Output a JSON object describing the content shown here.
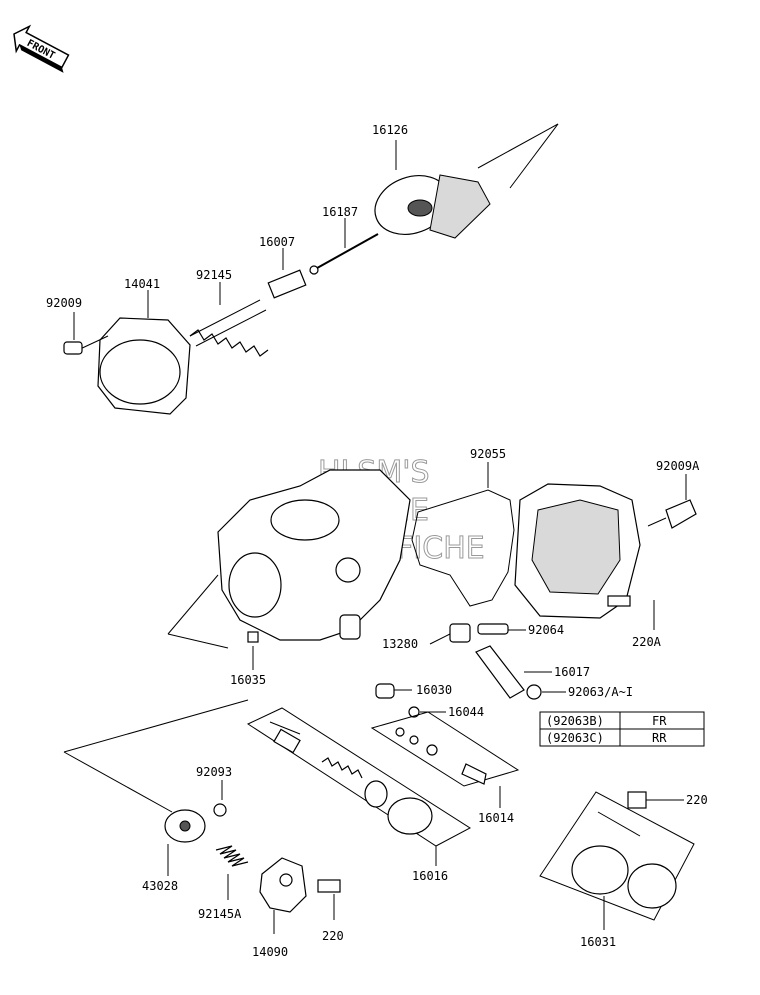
{
  "front_arrow": {
    "label": "FRONT"
  },
  "watermark": {
    "lines": [
      "HLSM'S",
      "ONLINE",
      "MICROFICHE"
    ]
  },
  "callouts": [
    {
      "id": "16126",
      "text": "16126"
    },
    {
      "id": "16187",
      "text": "16187"
    },
    {
      "id": "16007",
      "text": "16007"
    },
    {
      "id": "14041",
      "text": "14041"
    },
    {
      "id": "92145",
      "text": "92145"
    },
    {
      "id": "92009",
      "text": "92009"
    },
    {
      "id": "92055",
      "text": "92055"
    },
    {
      "id": "92009A",
      "text": "92009A"
    },
    {
      "id": "92064",
      "text": "92064"
    },
    {
      "id": "13280",
      "text": "13280"
    },
    {
      "id": "220A",
      "text": "220A"
    },
    {
      "id": "16017",
      "text": "16017"
    },
    {
      "id": "16030",
      "text": "16030"
    },
    {
      "id": "92063",
      "text": "92063/A~I"
    },
    {
      "id": "16035",
      "text": "16035"
    },
    {
      "id": "16044",
      "text": "16044"
    },
    {
      "id": "92093",
      "text": "92093"
    },
    {
      "id": "16014",
      "text": "16014"
    },
    {
      "id": "220",
      "text": "220"
    },
    {
      "id": "43028",
      "text": "43028"
    },
    {
      "id": "16016",
      "text": "16016"
    },
    {
      "id": "92145A",
      "text": "92145A"
    },
    {
      "id": "220b",
      "text": "220"
    },
    {
      "id": "14090",
      "text": "14090"
    },
    {
      "id": "16031",
      "text": "16031"
    }
  ],
  "variant_table": {
    "rows": [
      {
        "part": "(92063B)",
        "pos": "FR"
      },
      {
        "part": "(92063C)",
        "pos": "RR"
      }
    ]
  }
}
